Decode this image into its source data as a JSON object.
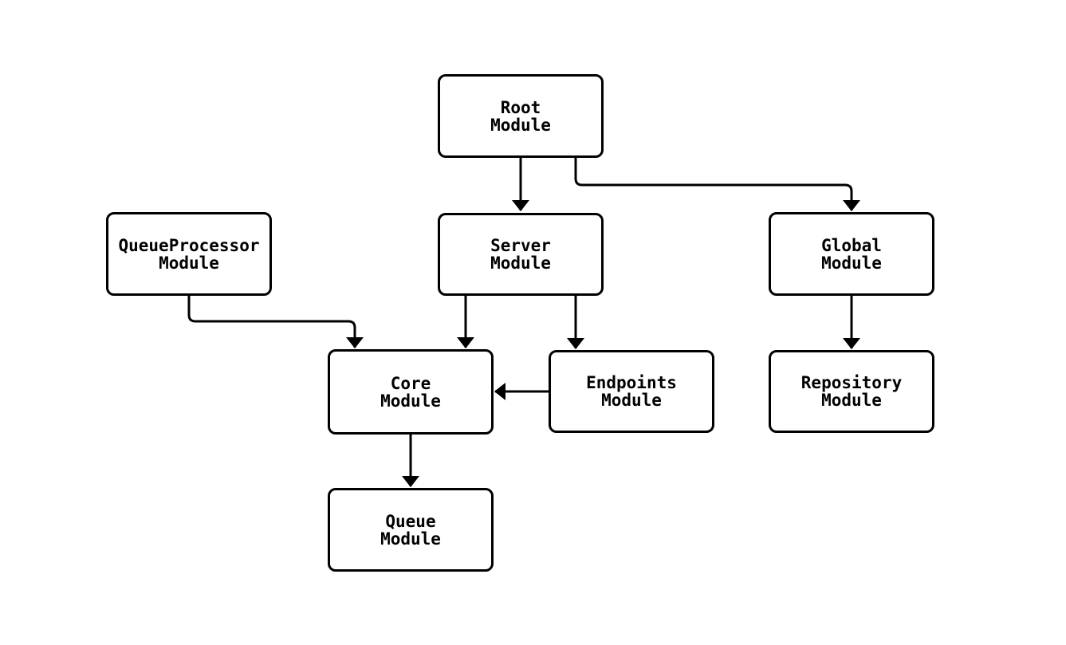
{
  "diagram": {
    "colors": {
      "background": "#ffffff",
      "node_fill": "#ffffff",
      "node_border": "#000000",
      "edge": "#000000",
      "text": "#000000"
    },
    "nodes": [
      {
        "id": "root",
        "label": "Root\nModule"
      },
      {
        "id": "queueprocessor",
        "label": "QueueProcessor\nModule"
      },
      {
        "id": "server",
        "label": "Server\nModule"
      },
      {
        "id": "global",
        "label": "Global\nModule"
      },
      {
        "id": "core",
        "label": "Core\nModule"
      },
      {
        "id": "endpoints",
        "label": "Endpoints\nModule"
      },
      {
        "id": "repository",
        "label": "Repository\nModule"
      },
      {
        "id": "queue",
        "label": "Queue\nModule"
      }
    ],
    "edges": [
      {
        "from": "root",
        "to": "server"
      },
      {
        "from": "root",
        "to": "global"
      },
      {
        "from": "queueprocessor",
        "to": "core"
      },
      {
        "from": "server",
        "to": "core"
      },
      {
        "from": "server",
        "to": "endpoints"
      },
      {
        "from": "endpoints",
        "to": "core"
      },
      {
        "from": "core",
        "to": "queue"
      },
      {
        "from": "global",
        "to": "repository"
      }
    ]
  }
}
